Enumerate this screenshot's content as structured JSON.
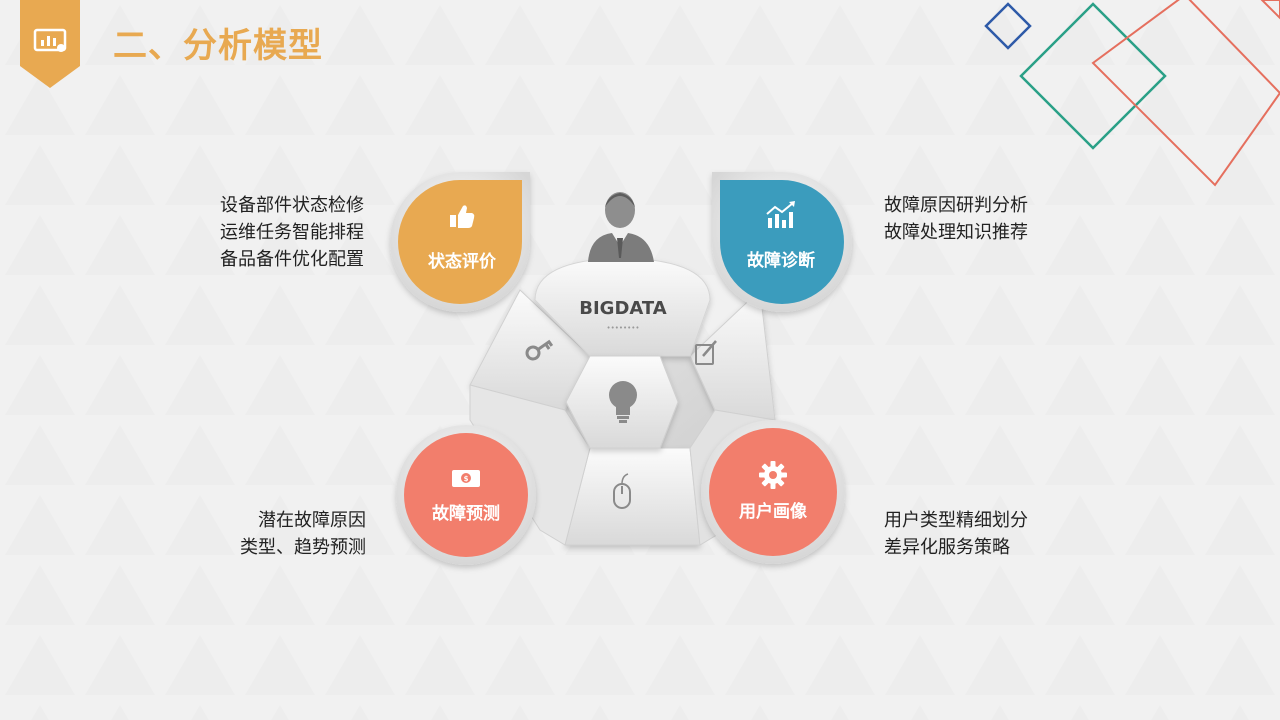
{
  "header": {
    "title": "二、分析模型"
  },
  "center": {
    "label": "BIGDATA",
    "dots": "••••••••"
  },
  "nodes": {
    "state_eval": {
      "label": "状态评价",
      "color": "#e8a951",
      "icon": "thumbs-up-icon",
      "desc": [
        "设备部件状态检修",
        "运维任务智能排程",
        "备品备件优化配置"
      ]
    },
    "fault_diag": {
      "label": "故障诊断",
      "color": "#3a9cbd",
      "icon": "chart-growth-icon",
      "desc": [
        "故障原因研判分析",
        "故障处理知识推荐"
      ]
    },
    "fault_pred": {
      "label": "故障预测",
      "color": "#f27e6c",
      "icon": "money-icon",
      "desc": [
        "潜在故障原因",
        "类型、趋势预测"
      ]
    },
    "user_profile": {
      "label": "用户画像",
      "color": "#f27e6c",
      "icon": "gear-icon",
      "desc": [
        "用户类型精细划分",
        "差异化服务策略"
      ]
    }
  },
  "decor_icons": [
    "person-icon",
    "key-icon",
    "edit-icon",
    "lightbulb-icon",
    "mouse-icon"
  ],
  "colors": {
    "accent": "#e8a951",
    "decor_blue": "#2e5aa8",
    "decor_green": "#2aa087",
    "decor_red": "#e56f5e"
  }
}
